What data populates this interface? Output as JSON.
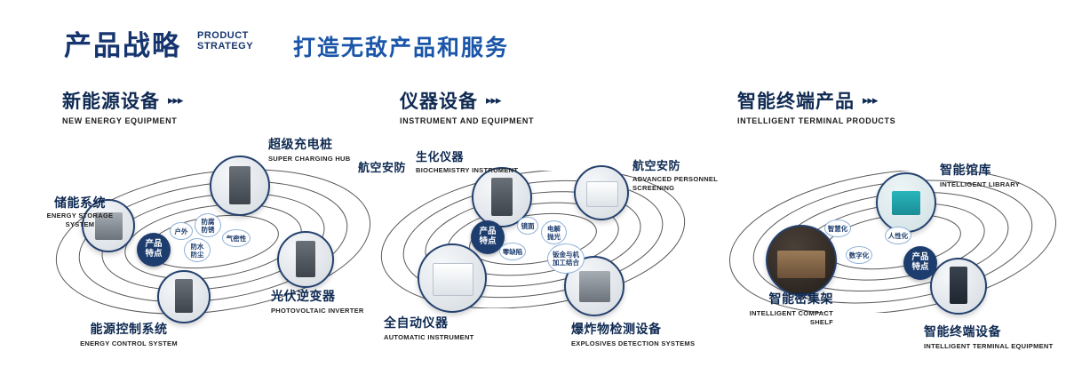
{
  "header": {
    "title_zh": "产品战略",
    "title_en1": "PRODUCT",
    "title_en2": "STRATEGY",
    "slogan": "打造无敌产品和服务"
  },
  "sections": [
    {
      "title": "新能源设备",
      "subtitle": "NEW ENERGY EQUIPMENT",
      "arrows": "▸▸▸",
      "core_label": "产品特点",
      "features": [
        "户外",
        "防腐防锈",
        "气密性",
        "防水防尘"
      ],
      "products": [
        {
          "name": "储能系统",
          "en": "ENERGY STORAGE SYSTEM"
        },
        {
          "name": "超级充电桩",
          "en": "SUPER CHARGING HUB"
        },
        {
          "name": "光伏逆变器",
          "en": "PHOTOVOLTAIC INVERTER"
        },
        {
          "name": "能源控制系统",
          "en": "ENERGY CONTROL SYSTEM"
        }
      ]
    },
    {
      "title": "仪器设备",
      "subtitle": "INSTRUMENT AND EQUIPMENT",
      "arrows": "▸▸▸",
      "core_label": "产品特点",
      "features": [
        "镜面",
        "电解抛光",
        "零缺陷",
        "钣金与机加工结合"
      ],
      "products": [
        {
          "name": "航空安防",
          "en": ""
        },
        {
          "name": "生化仪器",
          "en": "BIOCHEMISTRY INSTRUMENT"
        },
        {
          "name": "航空安防",
          "en": "ADVANCED PERSONNEL SCREENING"
        },
        {
          "name": "全自动仪器",
          "en": "AUTOMATIC INSTRUMENT"
        },
        {
          "name": "爆炸物检测设备",
          "en": "EXPLOSIVES DETECTION SYSTEMS"
        }
      ]
    },
    {
      "title": "智能终端产品",
      "subtitle": "INTELLIGENT TERMINAL PRODUCTS",
      "arrows": "▸▸▸",
      "core_label": "产品特点",
      "features": [
        "智慧化",
        "人性化",
        "数字化"
      ],
      "products": [
        {
          "name": "智能馆库",
          "en": "INTELLIGENT LIBRARY"
        },
        {
          "name": "智能密集架",
          "en": "INTELLIGENT COMPACT SHELF"
        },
        {
          "name": "智能终端设备",
          "en": "INTELLIGENT TERMINAL EQUIPMENT"
        }
      ]
    }
  ],
  "colors": {
    "navy": "#1d3d6e",
    "blue": "#1a55a8"
  }
}
